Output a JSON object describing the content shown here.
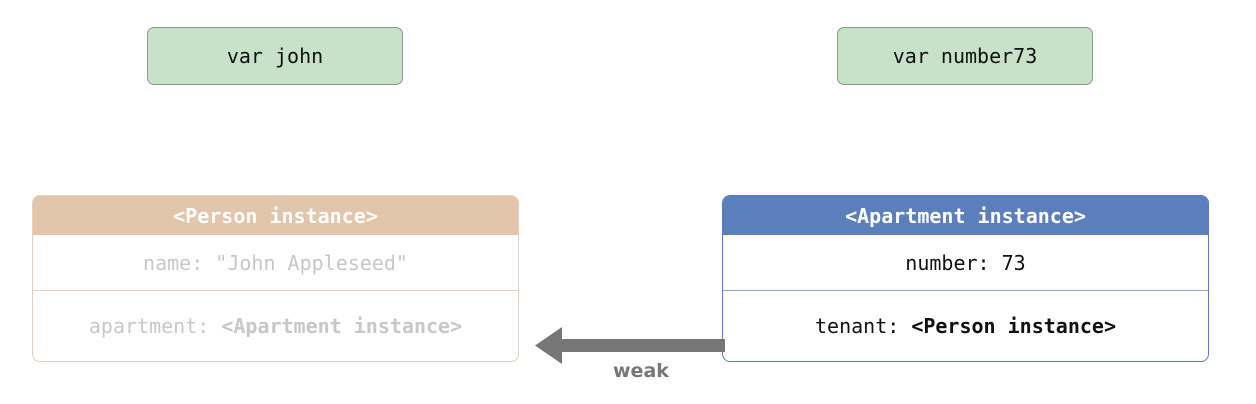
{
  "variables": {
    "john": "var john",
    "number73": "var number73"
  },
  "person_instance": {
    "title": "<Person instance>",
    "name_label": "name: ",
    "name_value": "\"John Appleseed\"",
    "apartment_label": "apartment: ",
    "apartment_value": "<Apartment instance>"
  },
  "apartment_instance": {
    "title": "<Apartment instance>",
    "number_label": "number: ",
    "number_value": "73",
    "tenant_label": "tenant: ",
    "tenant_value": "<Person instance>"
  },
  "reference": {
    "label": "weak"
  },
  "colors": {
    "variable_fill": "#c8e2c9",
    "person_header": "#e2c5aa",
    "apartment_header": "#5b7fbd",
    "arrow": "#777777"
  }
}
